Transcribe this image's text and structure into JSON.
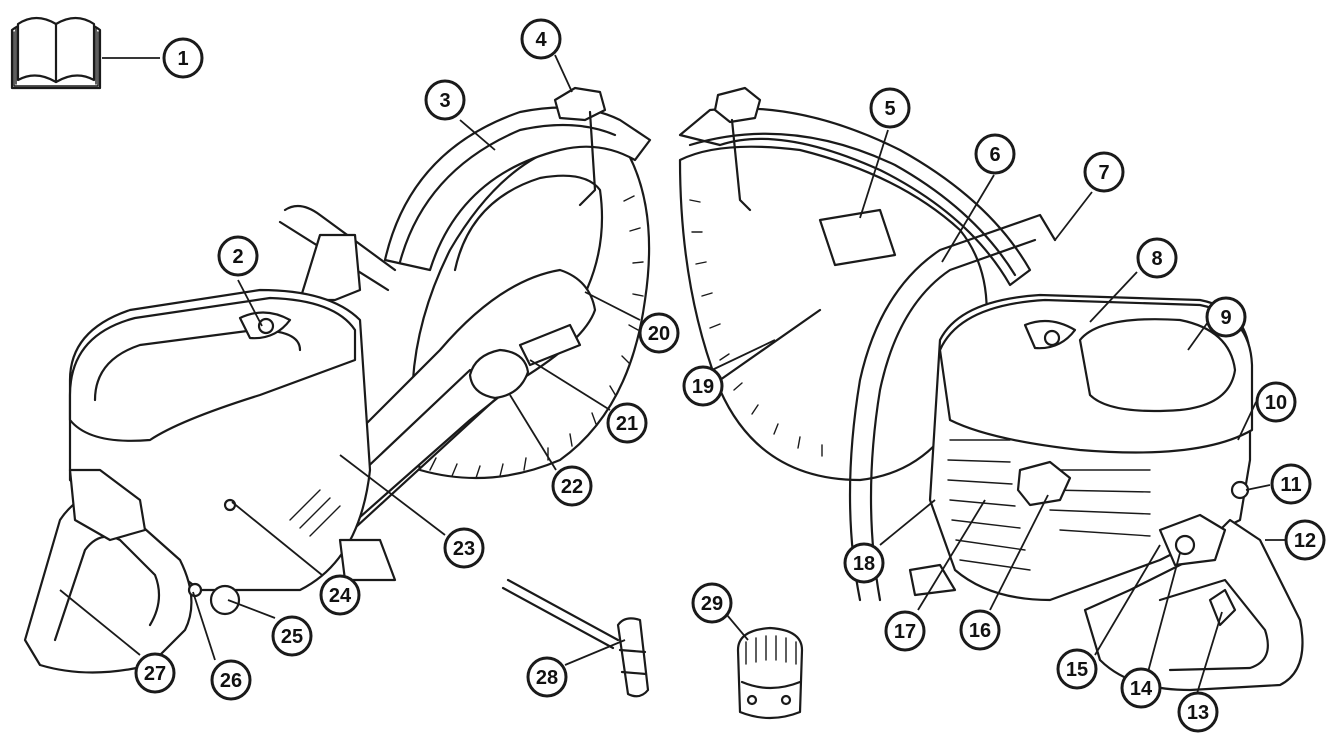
{
  "colors": {
    "ink": "#1a1a1a",
    "paper": "#ffffff",
    "shade": "#d9d9d9"
  },
  "icons": {
    "manual": "book-icon"
  },
  "callouts": [
    "1",
    "2",
    "3",
    "4",
    "5",
    "6",
    "7",
    "8",
    "9",
    "10",
    "11",
    "12",
    "13",
    "14",
    "15",
    "16",
    "17",
    "18",
    "19",
    "20",
    "21",
    "22",
    "23",
    "24",
    "25",
    "26",
    "27",
    "28",
    "29"
  ]
}
